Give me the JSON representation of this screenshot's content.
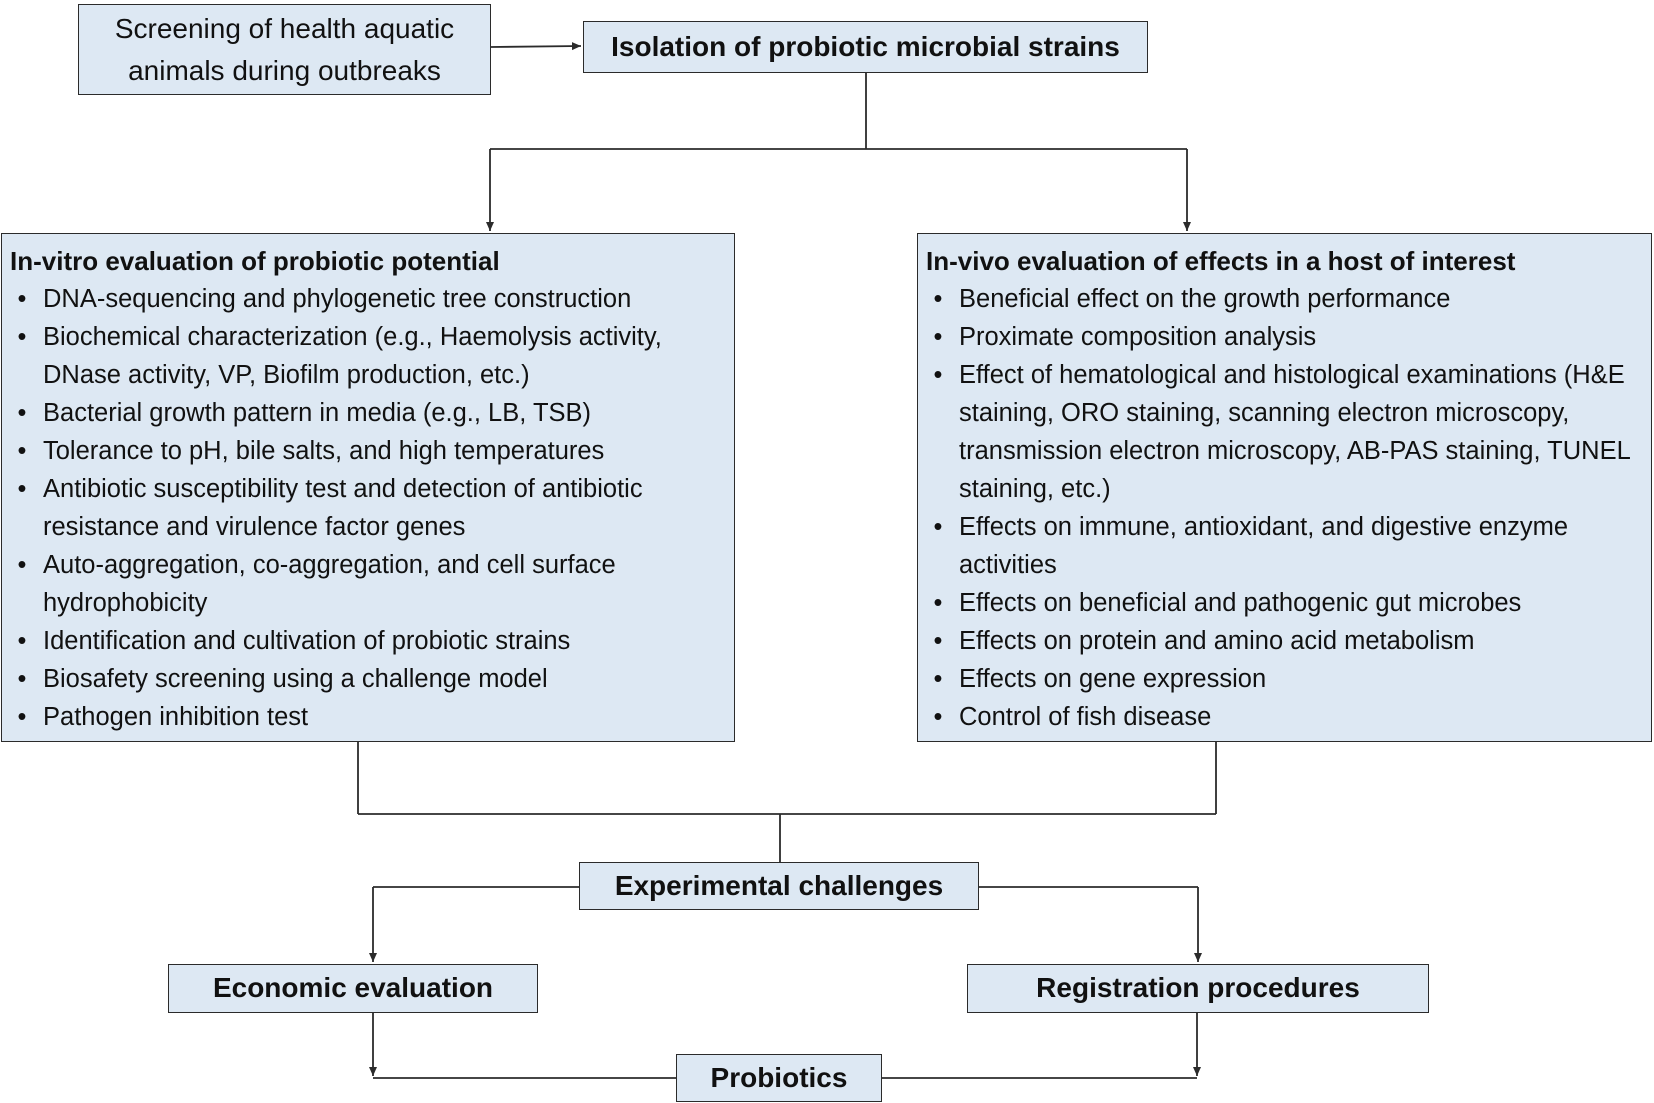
{
  "boxes": {
    "screening": "Screening of health aquatic animals during outbreaks",
    "isolation": "Isolation of probiotic microbial strains",
    "experimental": "Experimental challenges",
    "economic": "Economic evaluation",
    "registration": "Registration procedures",
    "probiotics": "Probiotics"
  },
  "invitro": {
    "title": "In-vitro evaluation of probiotic potential",
    "items": [
      "DNA-sequencing and phylogenetic tree construction",
      "Biochemical characterization (e.g., Haemolysis activity, DNase activity, VP, Biofilm production, etc.)",
      "Bacterial growth pattern in media (e.g., LB, TSB)",
      "Tolerance to pH, bile salts, and high temperatures",
      "Antibiotic susceptibility test and detection of antibiotic resistance and virulence factor genes",
      "Auto-aggregation, co-aggregation, and cell surface hydrophobicity",
      "Identification and cultivation of probiotic strains",
      "Biosafety screening using a challenge model",
      "Pathogen inhibition test"
    ]
  },
  "invivo": {
    "title": "In-vivo evaluation of effects in a host of interest",
    "items": [
      "Beneficial effect on the growth performance",
      "Proximate composition analysis",
      "Effect of hematological and histological examinations (H&E staining, ORO staining, scanning electron microscopy, transmission electron microscopy, AB-PAS staining, TUNEL staining, etc.)",
      "Effects on immune, antioxidant, and digestive enzyme activities",
      "Effects on beneficial and pathogenic gut microbes",
      "Effects on protein and amino acid metabolism",
      "Effects on gene expression",
      "Control of fish disease"
    ]
  },
  "bullet_glyph": "•",
  "colors": {
    "box_fill": "#dde8f3",
    "line": "#2b2b2b"
  }
}
